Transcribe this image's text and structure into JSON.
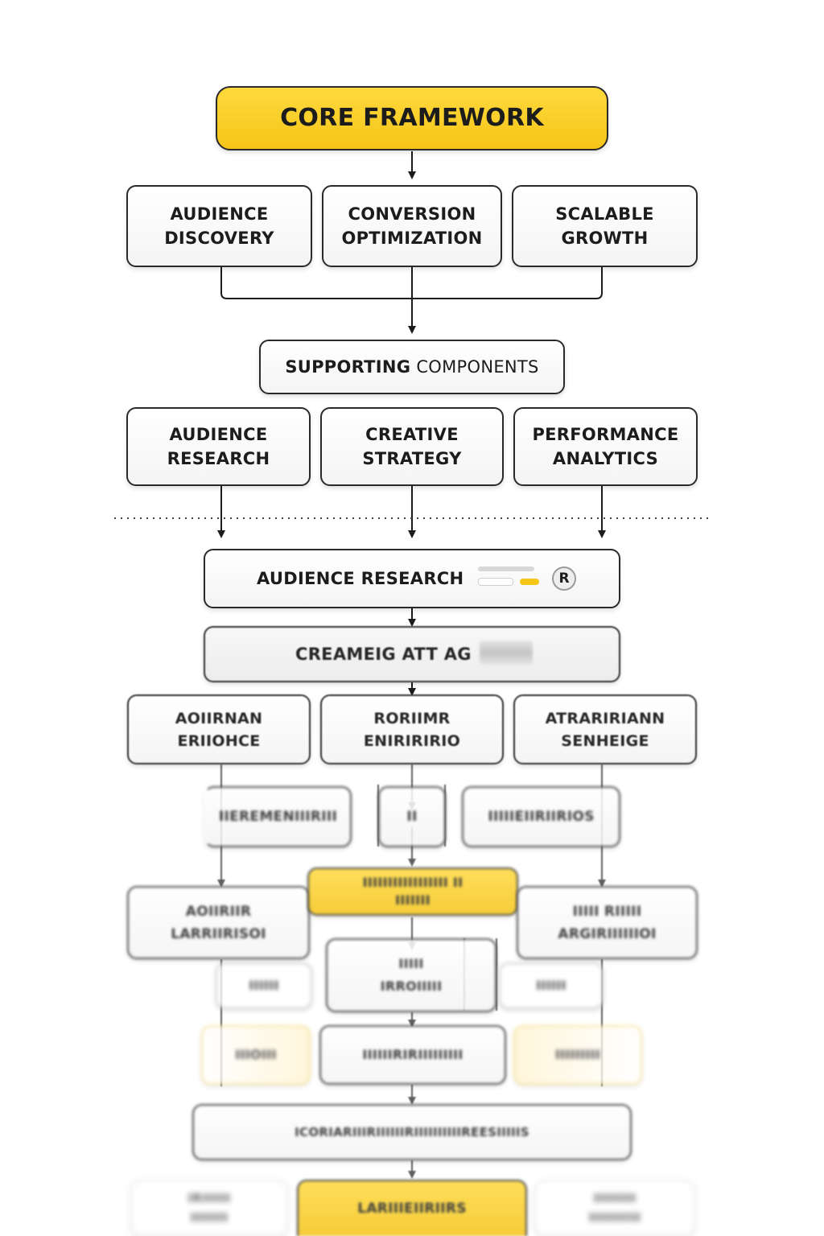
{
  "diagram": {
    "title": "CORE FRAMEWORK",
    "pillars": [
      {
        "line1": "AUDIENCE",
        "line2": "DISCOVERY"
      },
      {
        "line1": "CONVERSION",
        "line2": "OPTIMIZATION"
      },
      {
        "line1": "SCALABLE",
        "line2": "GROWTH"
      }
    ],
    "supporting": {
      "bold": "SUPPORTING",
      "light": "COMPONENTS"
    },
    "components": [
      {
        "line1": "AUDIENCE",
        "line2": "RESEARCH"
      },
      {
        "line1": "CREATIVE",
        "line2": "STRATEGY"
      },
      {
        "line1": "PERFORMANCE",
        "line2": "ANALYTICS"
      }
    ],
    "detail_bar": {
      "label": "AUDIENCE RESEARCH",
      "badge": "R"
    },
    "faded": {
      "bar": "CREAMEIG ATT  AG",
      "row1": [
        {
          "line1": "AOIIRNAN",
          "line2": "ERIIOHCE"
        },
        {
          "line1": "RORIIMR",
          "line2": "ENIRIRIRIO"
        },
        {
          "line1": "ATRARIRIANN",
          "line2": "SENHEIGE"
        }
      ],
      "row2": [
        "IIEREMENIIIRIII",
        "II",
        "IIIIIEIIRIIRIOS"
      ],
      "row3": [
        {
          "line1": "AOIIRIIR",
          "line2": "LARRIIRISOI"
        },
        {
          "line1": "IIIIIIIIIIIIIIIII II",
          "line2": "IIIIIII"
        },
        {
          "line1": "IIIII RIIIII",
          "line2": "ARGIRIIIIIIOI"
        }
      ],
      "row4": [
        "IIIIII",
        "IIIII",
        "IRROIIIII",
        "IIIIII"
      ],
      "row5": [
        "IIIOIII",
        "IIIIIIRIRIIIIIIIII",
        "IIIIIIIII"
      ],
      "wide": "ICORIARIIIRIIIIIIRIIIIIIIIIIREESIIIIIS",
      "bottom": [
        "IRIIIIII",
        "IIIIIIII",
        "LARIIIEIIRIIRS",
        "IIIIIIIII",
        "IIIIIIIIIII"
      ]
    }
  }
}
